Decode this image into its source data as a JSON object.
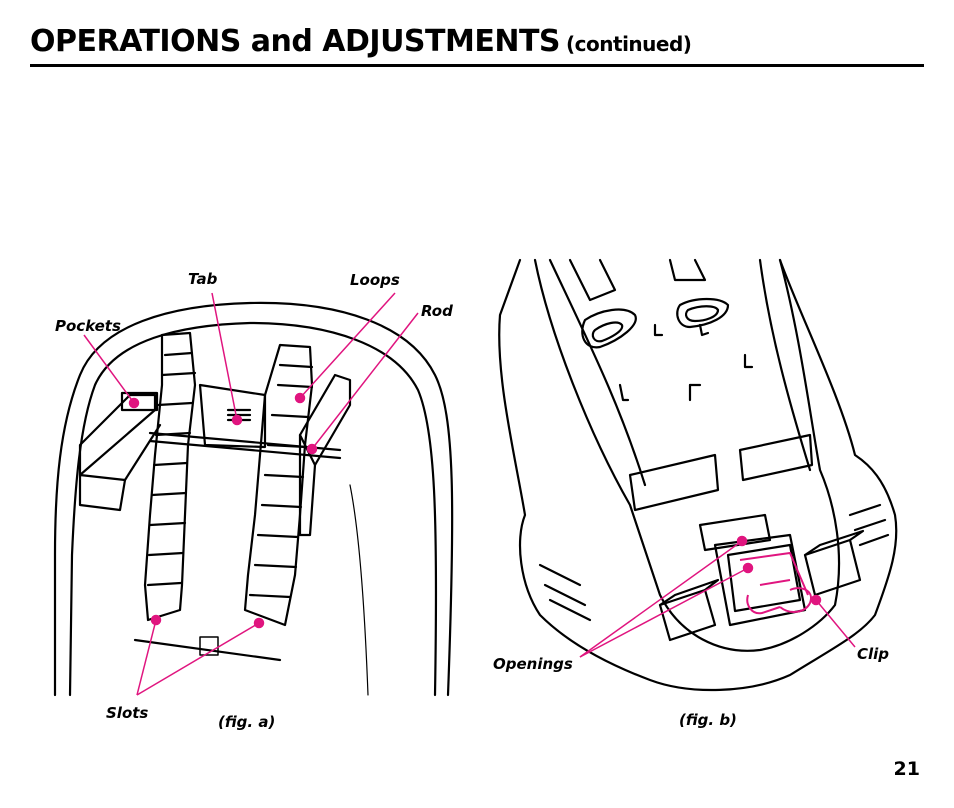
{
  "header": {
    "title": "OPERATIONS and ADJUSTMENTS",
    "subtitle": "(continued)"
  },
  "figure_a": {
    "caption": "(fig. a)",
    "labels": {
      "tab": "Tab",
      "loops": "Loops",
      "pockets": "Pockets",
      "rod": "Rod",
      "slots": "Slots"
    }
  },
  "figure_b": {
    "caption": "(fig. b)",
    "labels": {
      "openings": "Openings",
      "clip": "Clip"
    }
  },
  "footer": {
    "page_number": "21"
  },
  "colors": {
    "callout": "#e0157f",
    "ink": "#000000"
  }
}
